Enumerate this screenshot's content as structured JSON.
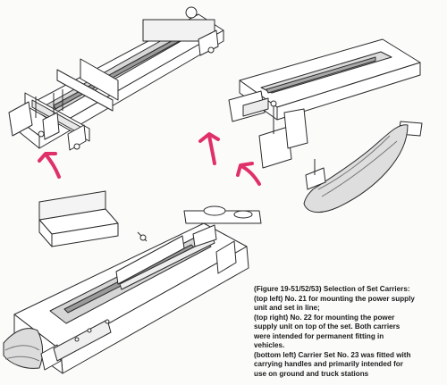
{
  "caption": {
    "lines": [
      "(Figure 19-51/52/53) Selection of Set Carriers:",
      "(top left) No. 21 for mounting the power supply",
      "unit and set in line;",
      "(top right) No. 22 for mounting the power",
      "supply unit on top of the set. Both carriers",
      "were intended for permanent fitting in",
      "vehicles.",
      "(bottom left) Carrier Set No. 23 was fitted with",
      "carrying handles and primarily intended for",
      "use on ground and truck stations"
    ]
  },
  "annotations": {
    "arrow_color": "#e0306a",
    "arrow_count": 3
  }
}
